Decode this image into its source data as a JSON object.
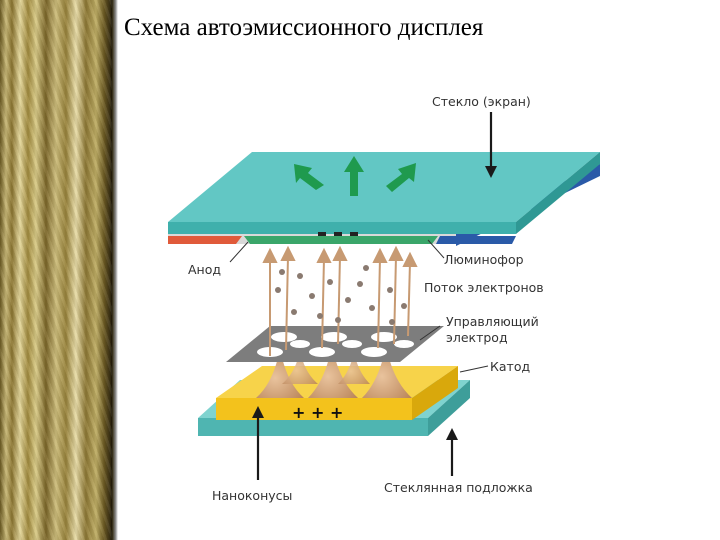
{
  "title": "Схема автоэмиссионного дисплея",
  "labels": {
    "glass_screen": "Стекло (экран)",
    "anode": "Анод",
    "phosphor": "Люминофор",
    "electron_flow": "Поток электронов",
    "control_electrode_line1": "Управляющий",
    "control_electrode_line2": "электрод",
    "cathode": "Катод",
    "nanocones": "Наноконусы",
    "glass_substrate": "Стеклянная подложка",
    "plus_signs": "+ + +"
  },
  "colors": {
    "glass": "#62c7c4",
    "anode_red": "#e05a3a",
    "phosphor_green": "#3aa66a",
    "blue_layer": "#2a5aa8",
    "cathode_yellow": "#f3c21c",
    "control_gray": "#7d7d7d",
    "cones": "#d7a67a",
    "emission_arrows": "#1f9a4e"
  }
}
